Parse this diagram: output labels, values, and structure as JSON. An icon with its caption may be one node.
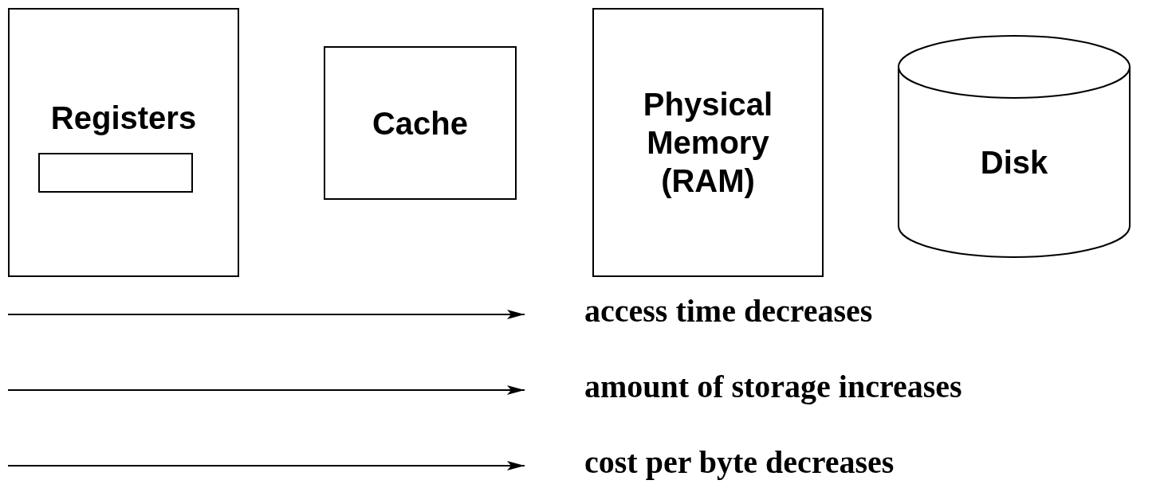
{
  "diagram": {
    "nodes": [
      {
        "text": [
          "Registers"
        ]
      },
      {
        "text": [],
        "shape": "box",
        "in": 0
      },
      {
        "text": [
          "Cache"
        ]
      },
      {
        "text": [
          "Physical Memory (RAM)"
        ]
      },
      {
        "text": [
          "Disk"
        ]
      }
    ],
    "labels": [
      "access time decreases",
      "amount of storage increases",
      "cost per byte decreases"
    ]
  }
}
